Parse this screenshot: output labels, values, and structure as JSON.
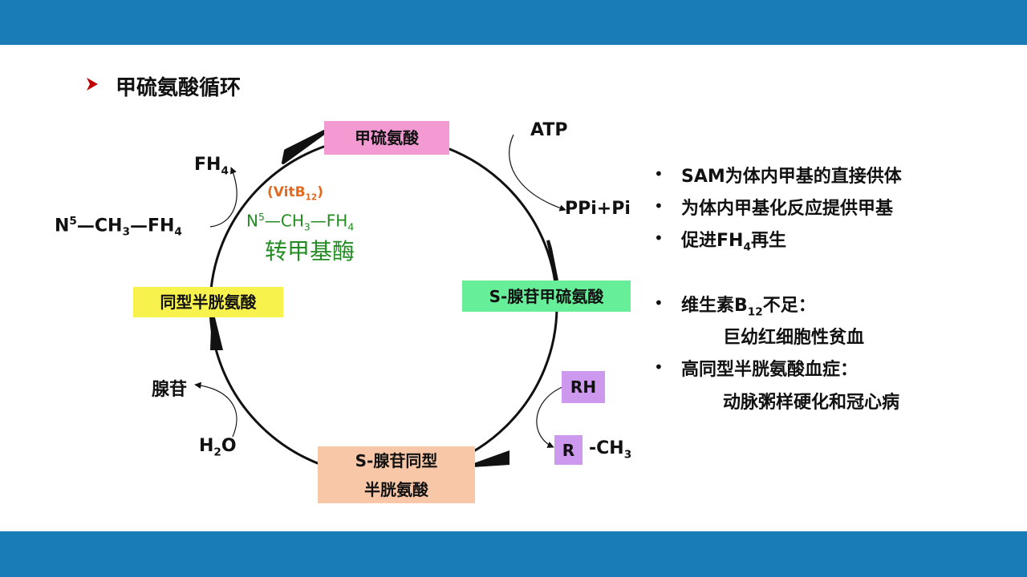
{
  "title": "甲硫氨酸循环",
  "nodes": {
    "methionine": "甲硫氨酸",
    "sam": "S-腺苷甲硫氨酸",
    "homocysteine": "同型半胱氨酸",
    "sah_line1": "S-腺苷同型",
    "sah_line2": "半胱氨酸"
  },
  "labels": {
    "atp": "ATP",
    "ppi": "PPi+Pi",
    "rh": "RH",
    "r": "R",
    "ch3": "-CH",
    "ch3_sub": "3",
    "adenosine": "腺苷",
    "h2o_h": "H",
    "h2o_sub": "2",
    "h2o_o": "O",
    "fh4": "FH",
    "fh4_sub": "4",
    "n5_donor": {
      "n": "N",
      "sup": "5",
      "mid": "—CH",
      "sub1": "3",
      "end": "—FH",
      "sub2": "4"
    }
  },
  "enzyme": {
    "cofactor_pre": "(VitB",
    "cofactor_sub": "12",
    "cofactor_post": ")",
    "substrate": {
      "n": "N",
      "sup": "5",
      "mid": "—CH",
      "sub1": "3",
      "end": "—FH",
      "sub2": "4"
    },
    "name": "转甲基酶"
  },
  "bullets": {
    "b1": "SAM为体内甲基的直接供体",
    "b2": "为体内甲基化反应提供甲基",
    "b3_pre": "促进FH",
    "b3_sub": "4",
    "b3_post": "再生",
    "b4_pre": "维生素B",
    "b4_sub": "12",
    "b4_post": "不足：",
    "b4_detail": "巨幼红细胞性贫血",
    "b5": "高同型半胱氨酸血症：",
    "b5_detail": "动脉粥样硬化和冠心病",
    "marker": "•"
  },
  "colors": {
    "band": "#1a7cb6",
    "methionine_box": "#f39ad3",
    "sam_box": "#66ee99",
    "homocysteine_box": "#f7f24c",
    "sah_box": "#f7c7a8",
    "r_box": "#cc99ee",
    "cofactor": "#e06a1e",
    "enzyme": "#228b22",
    "title_marker": "#c00000"
  }
}
